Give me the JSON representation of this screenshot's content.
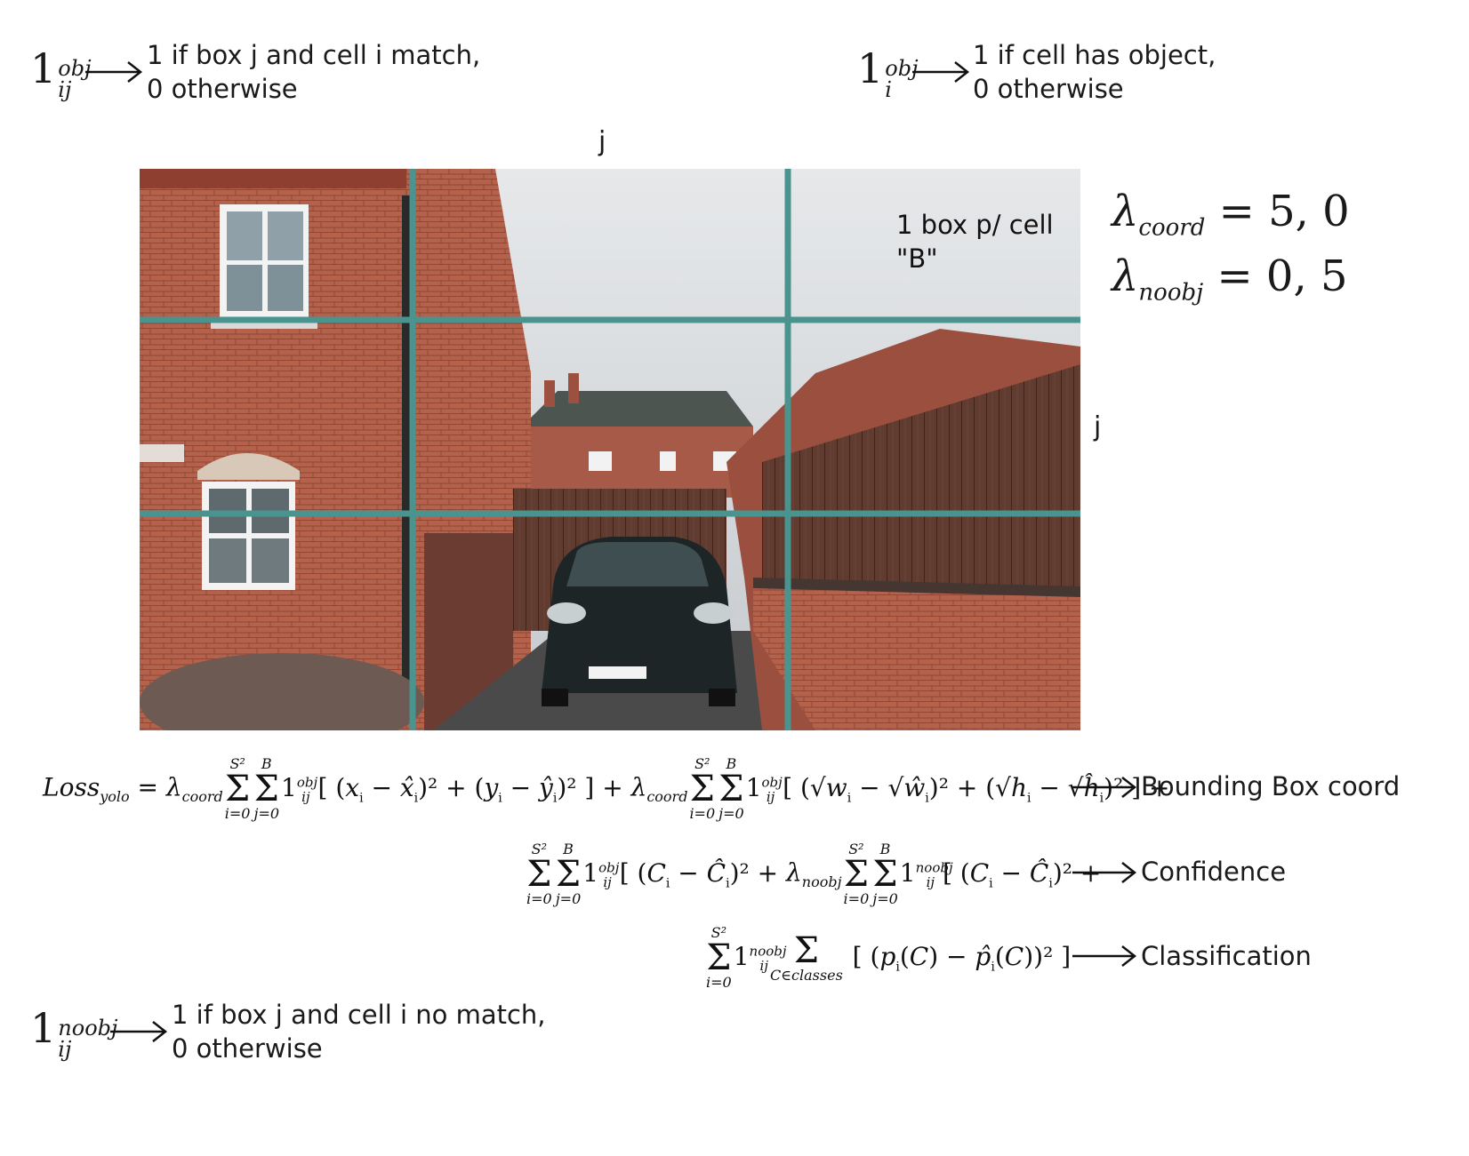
{
  "definitions": {
    "obj_ij": {
      "symbol": "1",
      "sup": "obj",
      "sub": "ij",
      "line1": "1 if box j and cell i match,",
      "line2": "0 otherwise"
    },
    "obj_i": {
      "symbol": "1",
      "sup": "obj",
      "sub": "i",
      "line1": "1 if cell has object,",
      "line2": "0 otherwise"
    },
    "noobj_ij": {
      "symbol": "1",
      "sup": "noobj",
      "sub": "ij",
      "line1": "1 if box j and cell i no match,",
      "line2": "0 otherwise"
    }
  },
  "axes": {
    "top_label": "j",
    "right_label": "j"
  },
  "image": {
    "description_icon": "house-driveway-photo-icon",
    "cell_note_line1": "1 box p/ cell",
    "cell_note_line2": "\"B\"",
    "grid_color": "#4a9490"
  },
  "lambdas": {
    "coord_symbol": "λ",
    "coord_sub": "coord",
    "coord_value": "= 5, 0",
    "noobj_symbol": "λ",
    "noobj_sub": "noobj",
    "noobj_value": "= 0, 5"
  },
  "loss": {
    "lhs": "Loss",
    "lhs_sub": "yolo",
    "row1_label": "Bounding Box coord",
    "row2_label": "Confidence",
    "row3_label": "Classification",
    "sum_upper_S": "S²",
    "sum_upper_B": "B",
    "sum_lower_i": "i=0",
    "sum_lower_j": "j=0",
    "sum_lower_class": "C∈classes"
  }
}
